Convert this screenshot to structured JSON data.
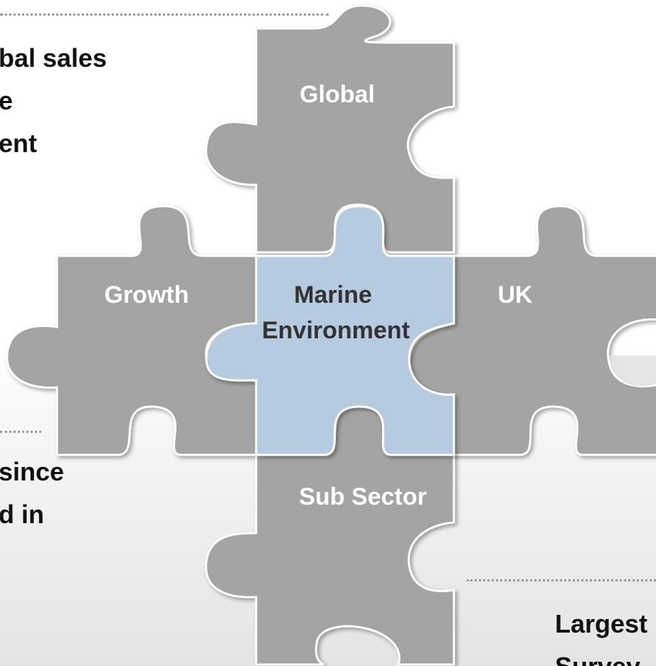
{
  "left_text": {
    "top_lines": [
      "bal sales",
      "e",
      "ent"
    ],
    "middle_lines": [
      "since",
      "d in"
    ]
  },
  "right_text": {
    "lines": [
      "Largest",
      "Survey"
    ]
  },
  "pieces": {
    "global": "Global",
    "growth": "Growth",
    "marine_line1": "Marine",
    "marine_line2": "Environment",
    "uk": "UK",
    "subsector": "Sub Sector"
  },
  "colors": {
    "piece_grey": "#a4a4a4",
    "piece_blue": "#b6cae0",
    "label_white": "#ffffff",
    "label_dark": "#333333",
    "dotted_line": "#9a9a9a"
  }
}
